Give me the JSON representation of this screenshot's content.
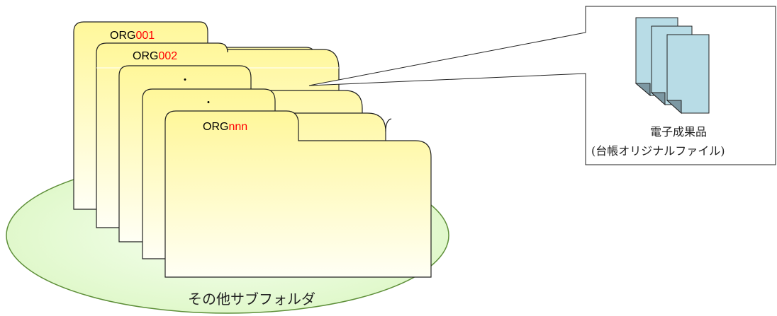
{
  "diagram": {
    "ellipse_label": "その他サブフォルダ",
    "folders": [
      {
        "prefix": "ORG",
        "suffix": "001"
      },
      {
        "prefix": "ORG",
        "suffix": "002"
      },
      {
        "prefix": "",
        "suffix": "",
        "dot": "・"
      },
      {
        "prefix": "",
        "suffix": "",
        "dot": "・"
      },
      {
        "prefix": "ORG",
        "suffix": "nnn"
      }
    ],
    "callout": {
      "line1": "電子成果品",
      "line2": "(台帳オリジナルファイル)"
    }
  },
  "colors": {
    "ellipse_fill": "#e9fbd7",
    "ellipse_stroke": "#5e8f39",
    "folder_top": "#fff79a",
    "folder_bottom": "#fffff5",
    "suffix_red": "#ff0000",
    "doc_fill": "#b8dce6",
    "doc_fold": "#7d98a3"
  }
}
